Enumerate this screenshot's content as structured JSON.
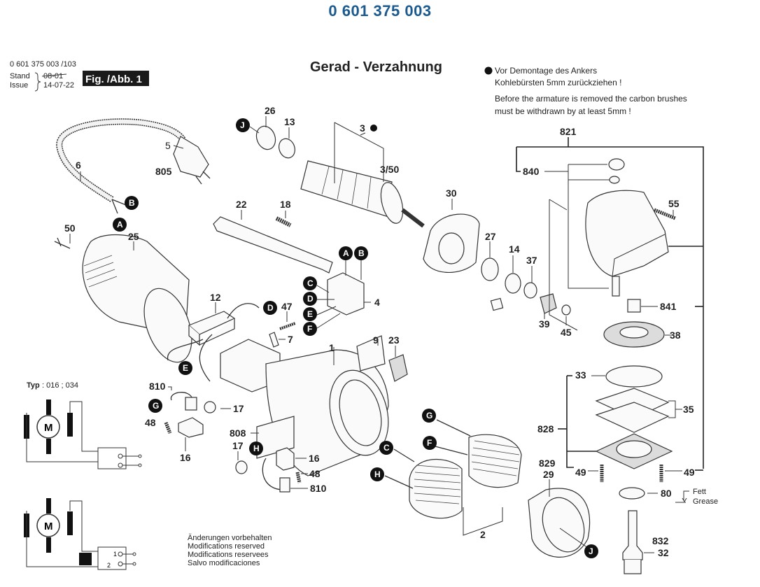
{
  "title": "0 601 375 003",
  "header": {
    "doc_ref": "0 601 375 003 /103",
    "stand_label": "Stand",
    "issue_label": "Issue",
    "old_date": "08-01",
    "issue_date": "14-07-22",
    "figure_label": "Fig. /Abb. 1",
    "heading": "Gerad - Verzahnung"
  },
  "notes": {
    "bullet": "●",
    "de_line1": "Vor Demontage des Ankers",
    "de_line2": "Kohlebürsten 5mm zurückziehen !",
    "en_line1": "Before the armature is removed the carbon brushes",
    "en_line2": "must be withdrawn by at least 5mm !"
  },
  "footer": {
    "lines": [
      "Änderungen vorbehalten",
      "Modifications reserved",
      "Modifications reservees",
      "Salvo modificaciones"
    ]
  },
  "type_label": {
    "prefix": "Typ",
    "values": ": 016 ; 034"
  },
  "grease": {
    "de": "Fett",
    "en": "Grease"
  },
  "wiring": {
    "motor": "M",
    "terminal_1": "1",
    "terminal_2": "2"
  },
  "connectors": [
    "A",
    "B",
    "C",
    "D",
    "E",
    "F",
    "G",
    "H",
    "J"
  ],
  "parts": {
    "p1": "1",
    "p2": "2",
    "p3": "3",
    "p3_50": "3/50",
    "p4": "4",
    "p5": "5",
    "p6": "6",
    "p7": "7",
    "p9": "9",
    "p12": "12",
    "p13": "13",
    "p14": "14",
    "p16a": "16",
    "p16b": "16",
    "p17a": "17",
    "p17b": "17",
    "p18": "18",
    "p22": "22",
    "p23": "23",
    "p25": "25",
    "p26": "26",
    "p27": "27",
    "p29": "29",
    "p30": "30",
    "p32": "32",
    "p33": "33",
    "p35": "35",
    "p37": "37",
    "p38": "38",
    "p39": "39",
    "p45": "45",
    "p47": "47",
    "p48a": "48",
    "p48b": "48",
    "p49a": "49",
    "p49b": "49",
    "p50": "50",
    "p55": "55",
    "p80": "80",
    "p805": "805",
    "p808": "808",
    "p810a": "810",
    "p810b": "810",
    "p821": "821",
    "p828": "828",
    "p829": "829",
    "p832": "832",
    "p840": "840",
    "p841": "841"
  }
}
